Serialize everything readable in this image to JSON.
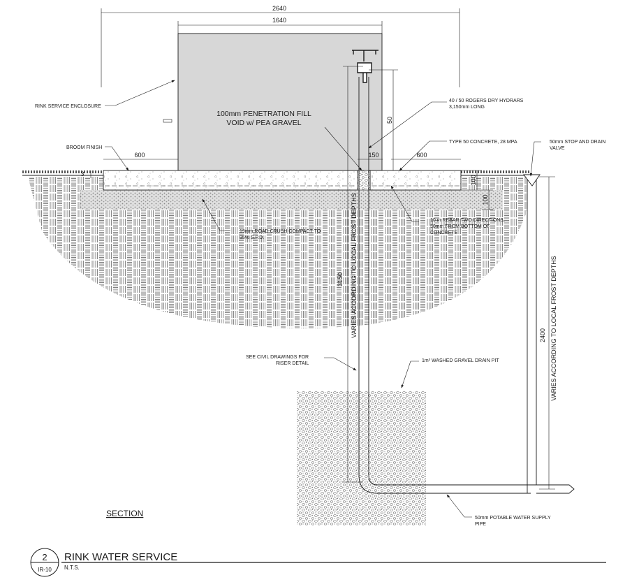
{
  "title": {
    "detail_number": "2",
    "sheet_ref": "IR-10",
    "name": "RINK WATER SERVICE",
    "scale": "N.T.S."
  },
  "section_label": "SECTION",
  "dimensions": {
    "overall_width": "2640",
    "enclosure_width": "1640",
    "left_slab": "600",
    "right_slab": "600",
    "penetration_width": "150",
    "hydrant_above": "50",
    "slab_edge": "3",
    "slab_thickness": "100",
    "base_thickness": "100",
    "hydrant_depth": "3150",
    "supply_depth": "2400"
  },
  "labels": {
    "enclosure": "RINK SERVICE ENCLOSURE",
    "penetration_line1": "100mm PENETRATION FILL",
    "penetration_line2": "VOID w/ PEA GRAVEL",
    "hydrant_line1": "40 / 50 ROGERS DRY HYDRARS",
    "hydrant_line2": "3,150mm LONG",
    "broom": "BROOM FINISH",
    "concrete": "TYPE 50 CONCRETE, 28 MPA",
    "stop_valve_line1": "50mm STOP AND DRAIN",
    "stop_valve_line2": "VALVE",
    "road_crush_line1": "19mm ROAD CRUSH COMPACT TO",
    "road_crush_line2": "95% S.P.D.",
    "rebar_line1": "10 m REBAR TWO DIRECTIONS,",
    "rebar_line2": "50mm FROM BOTTOM OF",
    "rebar_line3": "CONCRETE",
    "frost_left": "VARIES ACCORDING TO LOCAL FROST DEPTHS",
    "frost_right": "VARIES ACCORDING TO LOCAL FROST DEPTHS",
    "civil_line1": "SEE CIVIL DRAWINGS FOR",
    "civil_line2": "RISER DETAIL",
    "drain_pit": "1m³ WASHED GRAVEL DRAIN PIT",
    "supply_line1": "50mm POTABLE WATER SUPPLY",
    "supply_line2": "PIPE"
  }
}
